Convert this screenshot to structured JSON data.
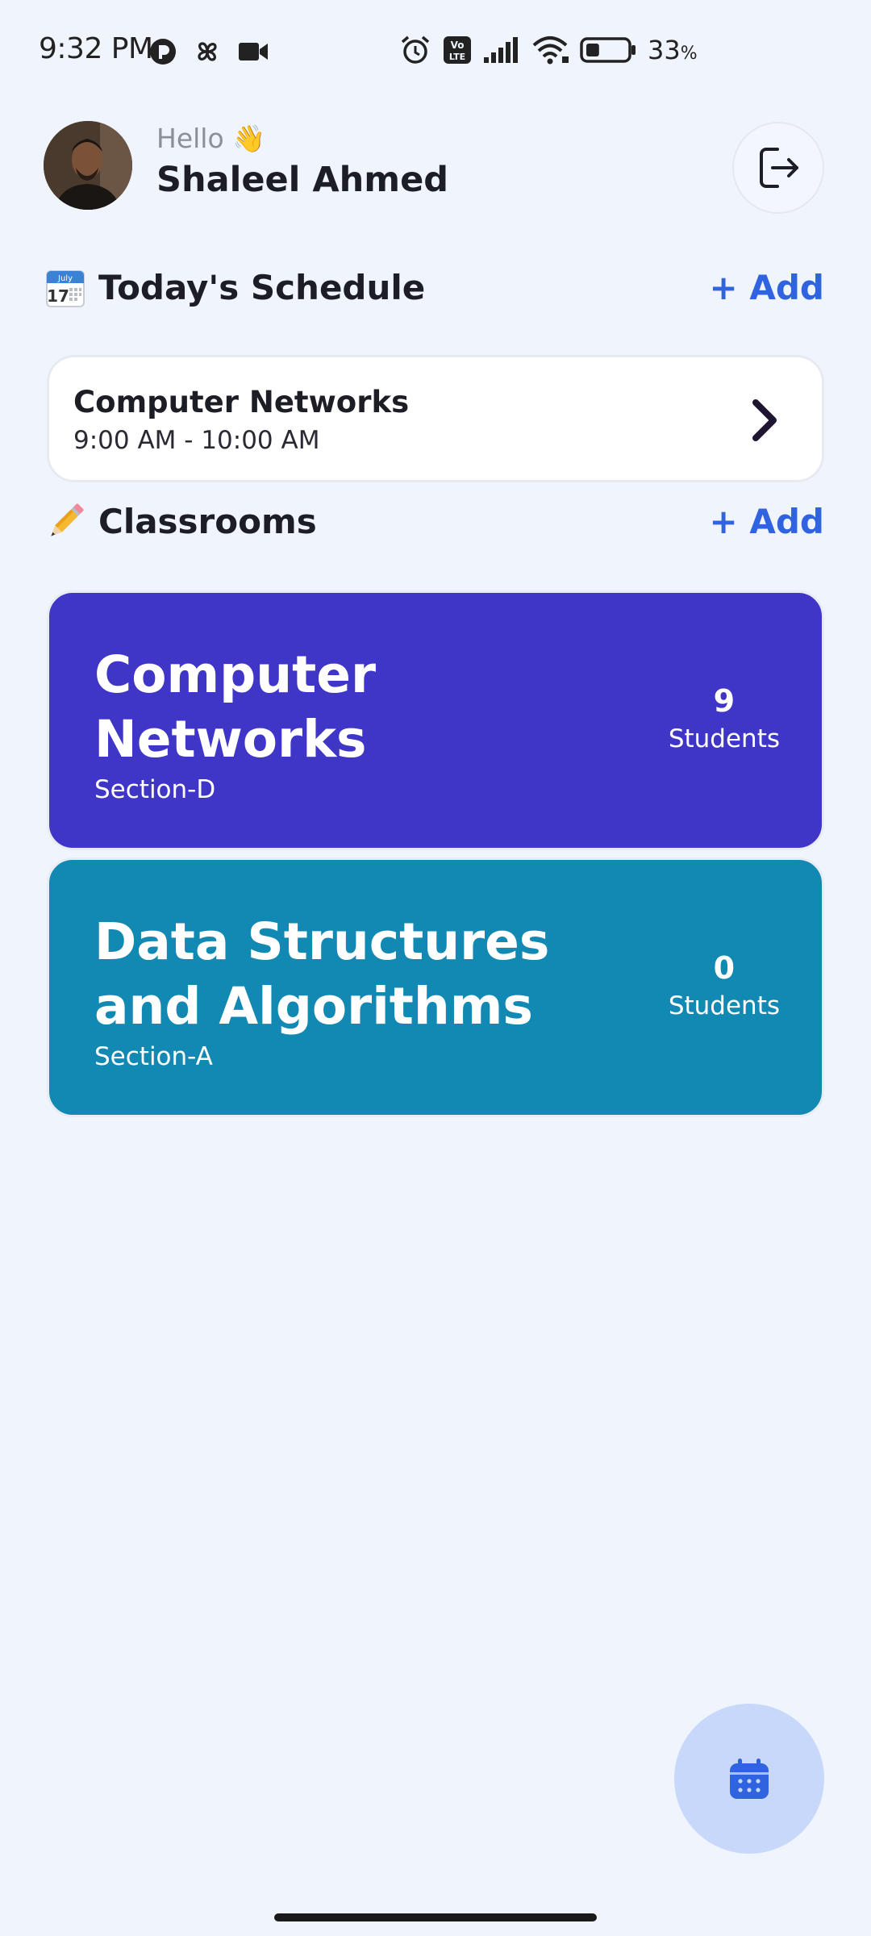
{
  "status_bar": {
    "time": "9:32 PM",
    "battery_percent": "33",
    "battery_unit": "%",
    "battery_level": 0.33,
    "icons": [
      "app-badge-icon",
      "pinwheel-icon",
      "video-camera-icon",
      "alarm-icon",
      "volte-icon",
      "signal-icon",
      "wifi-icon",
      "battery-icon"
    ]
  },
  "header": {
    "greeting": "Hello 👋",
    "user_name": "Shaleel Ahmed"
  },
  "schedule_section": {
    "icon": "calendar-emoji-icon",
    "title": "Today's Schedule",
    "add_label": "+ Add",
    "items": [
      {
        "title": "Computer Networks",
        "time": "9:00 AM - 10:00 AM"
      }
    ]
  },
  "classrooms_section": {
    "icon": "pencil-emoji-icon",
    "title": "Classrooms",
    "add_label": "+ Add",
    "items": [
      {
        "name": "Computer Networks",
        "section": "Section-D",
        "count": "9",
        "students_label": "Students",
        "color": "#3f36c8"
      },
      {
        "name": "Data Structures and Algorithms",
        "section": "Section-A",
        "count": "0",
        "students_label": "Students",
        "color": "#1289b2"
      }
    ]
  },
  "colors": {
    "accent": "#2f63e0",
    "background": "#f0f4fc",
    "fab_background": "#c8d8fb"
  }
}
